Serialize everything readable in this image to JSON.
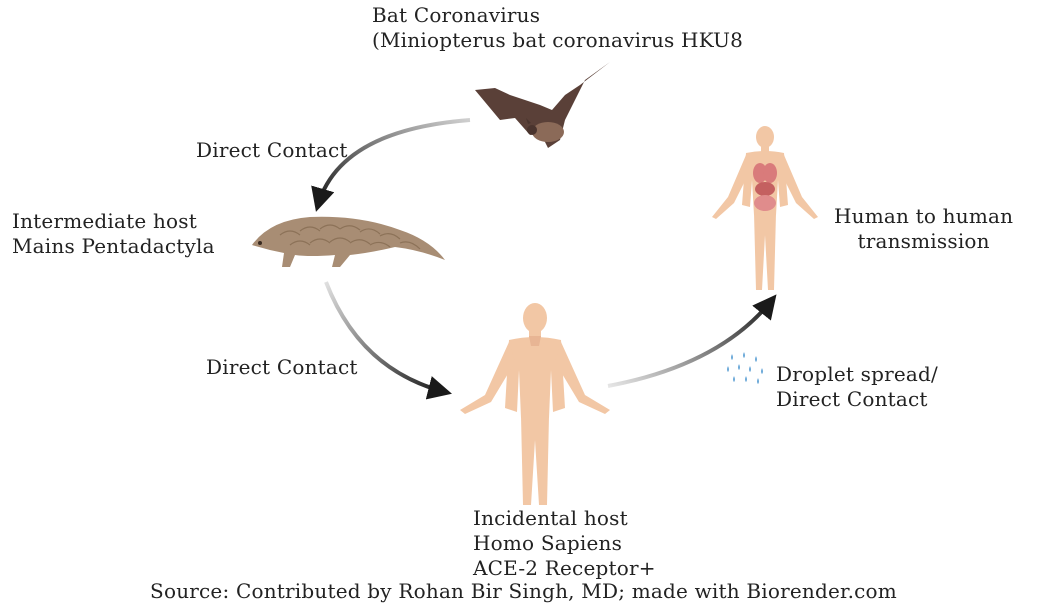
{
  "origin_host": {
    "line1": "Bat Coronavirus",
    "line2": "(Miniopterus bat coronavirus HKU8"
  },
  "intermediate_host": {
    "line1": "Intermediate host",
    "line2": "Mains Pentadactyla"
  },
  "incidental_host": {
    "line1": "Incidental host",
    "line2": "Homo Sapiens",
    "line3": "ACE-2 Receptor+"
  },
  "human_to_human": {
    "line1": "Human to human",
    "line2": "transmission"
  },
  "edges": {
    "bat_to_pangolin": "Direct Contact",
    "pangolin_to_human": "Direct Contact",
    "human_to_human": {
      "line1": "Droplet spread/",
      "line2": "Direct Contact"
    }
  },
  "source": "Source: Contributed by Rohan Bir Singh, MD; made with Biorender.com",
  "icons": [
    "bat-icon",
    "pangolin-icon",
    "human-figure-icon",
    "human-organs-figure-icon",
    "droplets-icon"
  ],
  "colors": {
    "arrow": "#1a1a1a",
    "skin": "#f2c7a5",
    "bat": "#5a4038",
    "pangolin": "#a88d74",
    "organs": "#d97b7b",
    "droplets": "#6aa8d8"
  }
}
